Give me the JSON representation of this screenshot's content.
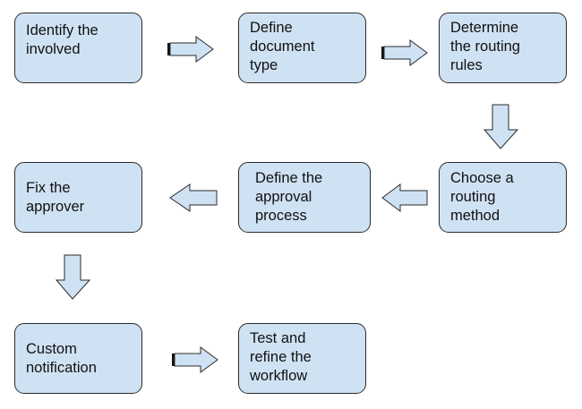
{
  "diagram": {
    "steps": [
      {
        "id": "identify",
        "label": "Identify the\ninvolved"
      },
      {
        "id": "define-document-type",
        "label": "Define\ndocument\ntype"
      },
      {
        "id": "determine-routing-rules",
        "label": "Determine\nthe routing\nrules"
      },
      {
        "id": "choose-routing-method",
        "label": " Choose a\nrouting\nmethod"
      },
      {
        "id": "define-approval-process",
        "label": "Define the\napproval\nprocess"
      },
      {
        "id": "fix-approver",
        "label": "Fix the\napprover"
      },
      {
        "id": "custom-notification",
        "label": "Custom\nnotification"
      },
      {
        "id": "test-refine-workflow",
        "label": "Test and\nrefine the\nworkflow"
      }
    ],
    "connections": [
      {
        "from": "identify",
        "to": "define-document-type",
        "direction": "right"
      },
      {
        "from": "define-document-type",
        "to": "determine-routing-rules",
        "direction": "right"
      },
      {
        "from": "determine-routing-rules",
        "to": "choose-routing-method",
        "direction": "down"
      },
      {
        "from": "choose-routing-method",
        "to": "define-approval-process",
        "direction": "left"
      },
      {
        "from": "define-approval-process",
        "to": "fix-approver",
        "direction": "left"
      },
      {
        "from": "fix-approver",
        "to": "custom-notification",
        "direction": "down"
      },
      {
        "from": "custom-notification",
        "to": "test-refine-workflow",
        "direction": "right"
      }
    ],
    "colors": {
      "box_fill": "#cfe2f3",
      "stroke": "#2b2b2b",
      "background": "#ffffff"
    }
  }
}
